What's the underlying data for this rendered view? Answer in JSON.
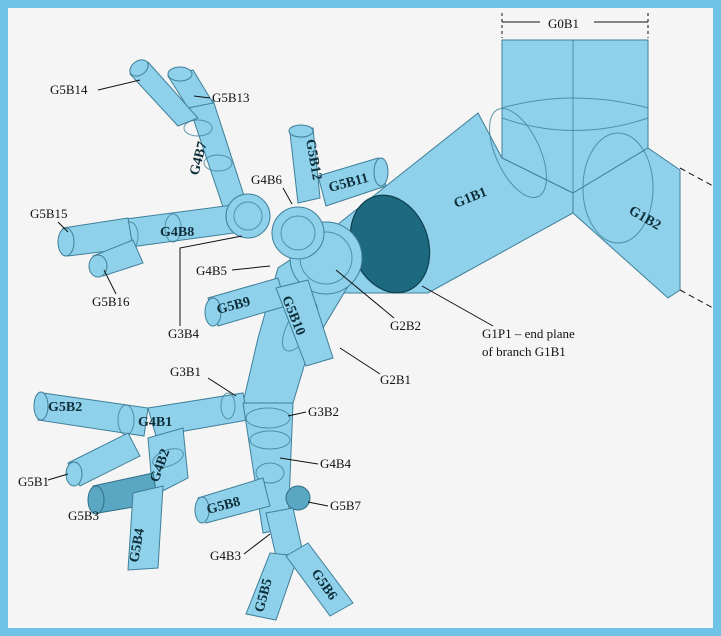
{
  "labels": {
    "g0b1": "G0B1",
    "g1b1": "G1B1",
    "g1b2": "G1B2",
    "g1p1_line1": "G1P1 – end plane",
    "g1p1_line2": "of branch G1B1",
    "g2b1": "G2B1",
    "g2b2": "G2B2",
    "g3b1": "G3B1",
    "g3b2": "G3B2",
    "g3b4": "G3B4",
    "g4b1": "G4B1",
    "g4b2": "G4B2",
    "g4b3": "G4B3",
    "g4b4": "G4B4",
    "g4b5": "G4B5",
    "g4b6": "G4B6",
    "g4b7": "G4B7",
    "g4b8": "G4B8",
    "g5b1": "G5B1",
    "g5b2": "G5B2",
    "g5b3": "G5B3",
    "g5b4": "G5B4",
    "g5b5": "G5B5",
    "g5b6": "G5B6",
    "g5b7": "G5B7",
    "g5b8": "G5B8",
    "g5b9": "G5B9",
    "g5b10": "G5B10",
    "g5b11": "G5B11",
    "g5b12": "G5B12",
    "g5b13": "G5B13",
    "g5b14": "G5B14",
    "g5b15": "G5B15",
    "g5b16": "G5B16"
  },
  "colors": {
    "frame_border": "#6ec3e6",
    "tube_fill": "#8fd0ea",
    "tube_stroke": "#3f7f99",
    "end_plane": "#1d6a80"
  }
}
